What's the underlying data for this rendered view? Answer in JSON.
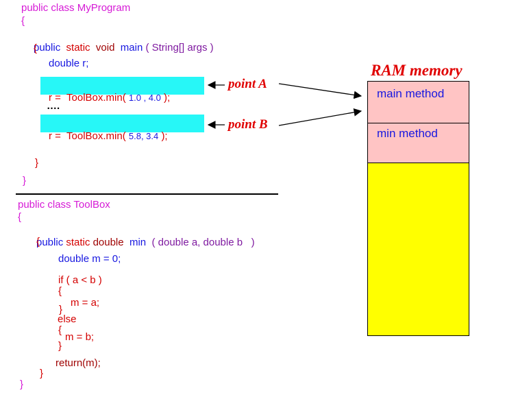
{
  "program": {
    "class_decl": "public class MyProgram",
    "open_brace": "{",
    "main_sig": {
      "public": "public",
      "static": "static",
      "void": "void",
      "name": "main",
      "params": "( String[] args )"
    },
    "main_open": "{",
    "decl_r": "double r;",
    "call_a": {
      "assign": "r =",
      "call": "ToolBox.min(",
      "args": "1.0 , 4.0",
      "end": ");"
    },
    "ellipsis": "….",
    "call_b": {
      "assign": "r =",
      "call": "ToolBox.min(",
      "args": "5.8, 3.4",
      "end": ");"
    },
    "main_close": "}",
    "class_close": "}"
  },
  "toolbox": {
    "class_decl": "public class ToolBox",
    "open_brace": "{",
    "min_sig": {
      "public": "public",
      "static": "static",
      "double": "double",
      "name": "min",
      "params": "( double a, double b   )"
    },
    "min_open": "{",
    "decl_m": "double m = 0;",
    "if_line": "if ( a < b )",
    "if_open": "{",
    "assign_a": "m = a;",
    "if_close": "}",
    "else": "else",
    "else_open": "{",
    "assign_b": "m = b;",
    "else_close": "}",
    "return": "return(m);",
    "min_close": "}",
    "class_close": "}"
  },
  "labels": {
    "point_a": "point A",
    "point_b": "point B"
  },
  "ram": {
    "title": "RAM memory",
    "blocks": [
      "main method",
      "min method"
    ],
    "colors": {
      "frame": "#ffc4c4",
      "free": "#ffff00"
    }
  },
  "colors": {
    "highlight": "#27f7f7",
    "keyword": "#d61ad6",
    "label": "#e00000"
  }
}
